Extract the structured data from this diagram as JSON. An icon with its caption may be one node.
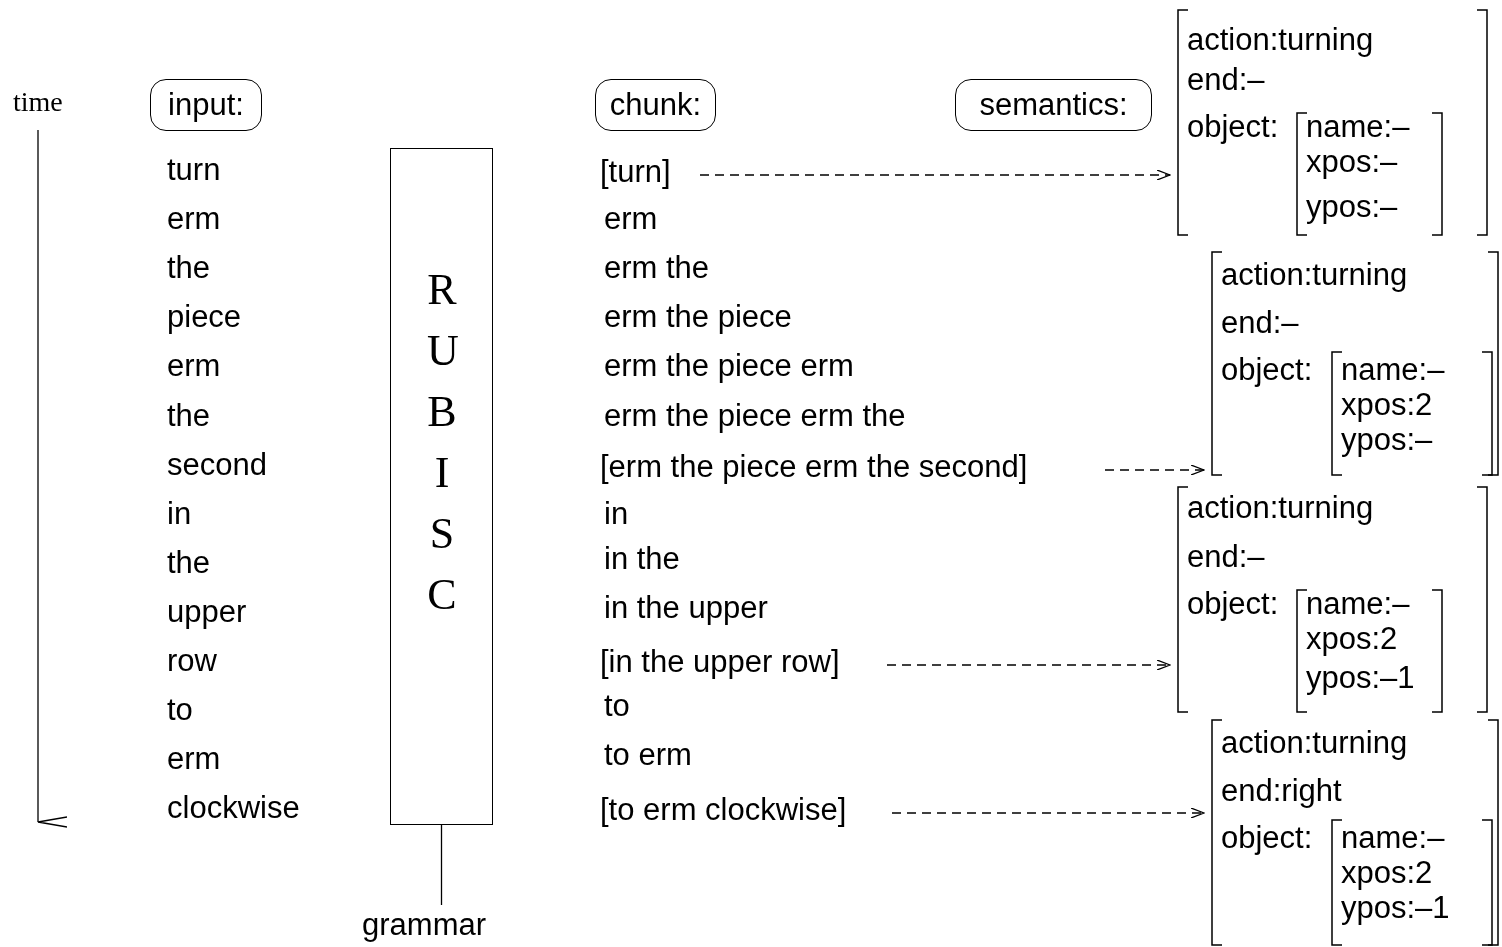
{
  "diagram": {
    "nodes": [
      {
        "text": [
          "input:"
        ]
      },
      {
        "text": [
          "chunk:"
        ]
      },
      {
        "text": [
          "semantics:"
        ]
      },
      {
        "text": [
          "R U B I S C"
        ]
      },
      {
        "text": [
          "grammar"
        ]
      },
      {
        "text": [
          "[turn]"
        ]
      },
      {
        "text": [
          "action:turning",
          "end:–",
          "object:"
        ]
      },
      {
        "text": [
          "name:–",
          "xpos:–",
          "ypos:–"
        ],
        "in": 6
      },
      {
        "text": [
          "[erm the piece erm the second]"
        ]
      },
      {
        "text": [
          "action:turning",
          "end:–",
          "object:"
        ]
      },
      {
        "text": [
          "name:–",
          "xpos:2",
          "ypos:–"
        ],
        "in": 9
      },
      {
        "text": [
          "[in the upper row]"
        ]
      },
      {
        "text": [
          "action:turning",
          "end:–",
          "object:"
        ]
      },
      {
        "text": [
          "name:–",
          "xpos:2",
          "ypos:–1"
        ],
        "in": 12
      },
      {
        "text": [
          "[to erm clockwise]"
        ]
      },
      {
        "text": [
          "action:turning",
          "end:right",
          "object:"
        ]
      },
      {
        "text": [
          "name:–",
          "xpos:2",
          "ypos:–1"
        ],
        "in": 15
      }
    ],
    "edges": [
      {
        "from": 3,
        "to": 4,
        "arrow": "none"
      },
      {
        "from": 5,
        "to": 6,
        "arrow": "to",
        "style": "dashed"
      },
      {
        "from": 8,
        "to": 9,
        "arrow": "to",
        "style": "dashed"
      },
      {
        "from": 11,
        "to": 12,
        "arrow": "to",
        "style": "dashed"
      },
      {
        "from": 14,
        "to": 15,
        "arrow": "to",
        "style": "dashed"
      }
    ],
    "labels": [
      "time",
      "turn",
      "erm",
      "the",
      "piece",
      "erm",
      "the",
      "second",
      "in",
      "the",
      "upper",
      "row",
      "to",
      "erm",
      "clockwise",
      "erm",
      "erm the",
      "erm the piece",
      "erm the piece erm",
      "erm the piece erm the",
      "in",
      "in the",
      "in the upper",
      "to",
      "to erm"
    ]
  }
}
